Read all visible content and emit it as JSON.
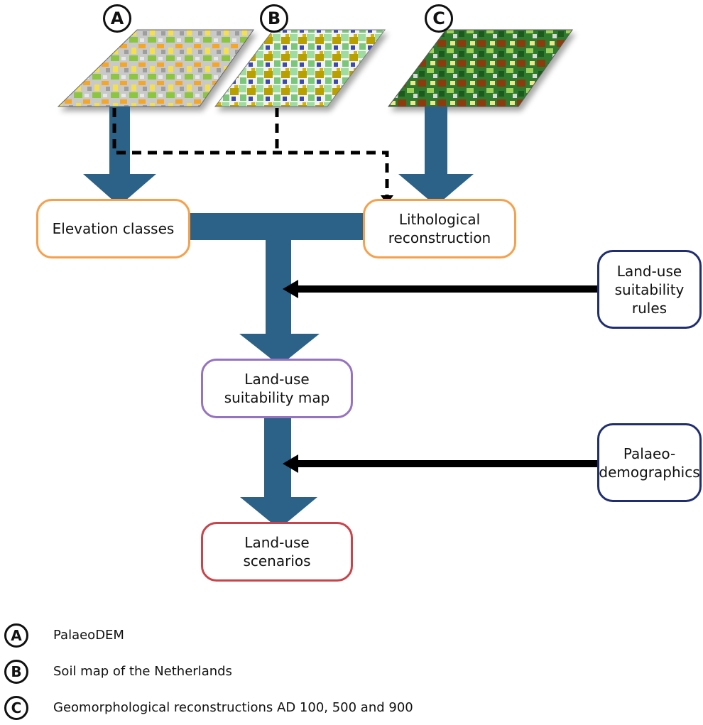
{
  "map_labels": [
    "A",
    "B",
    "C"
  ],
  "boxes": {
    "elevation": "Elevation classes",
    "lithological": "Lithological\nreconstruction",
    "rules": "Land-use\nsuitability\nrules",
    "suitability_map": "Land-use\nsuitability map",
    "palaeo": "Palaeo-\ndemographics",
    "scenarios": "Land-use\nscenarios"
  },
  "legend": [
    {
      "key": "A",
      "text": "PalaeoDEM"
    },
    {
      "key": "B",
      "text": "Soil map of the Netherlands"
    },
    {
      "key": "C",
      "text": "Geomorphological reconstructions AD 100, 500 and 900"
    }
  ],
  "colors": {
    "flow_arrow": "#2c6288",
    "elevation_border": "#f7a04a",
    "litho_border": "#f7a04a",
    "rules_border": "#1f2e70",
    "map_border": "#9673c0",
    "scenario_border": "#c9434a"
  }
}
